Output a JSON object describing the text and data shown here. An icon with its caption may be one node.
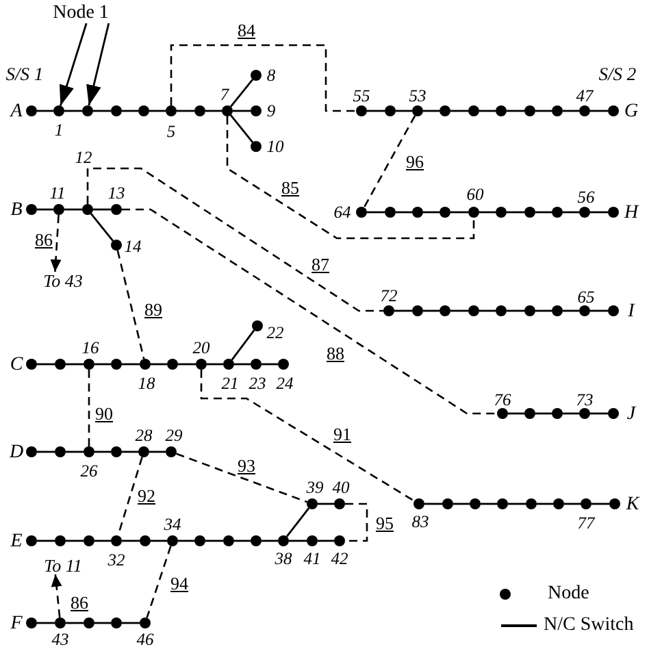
{
  "diagram": {
    "nodes": [
      {
        "text": [
          "Node 1"
        ]
      },
      {
        "text": [],
        "shape": "circle",
        "beside": [
          "A"
        ]
      },
      {
        "text": [],
        "shape": "circle",
        "beside": [
          "1"
        ]
      },
      {
        "text": [],
        "shape": "circle"
      },
      {
        "text": [],
        "shape": "circle"
      },
      {
        "text": [],
        "shape": "circle"
      },
      {
        "text": [],
        "shape": "circle",
        "beside": [
          "5"
        ]
      },
      {
        "text": [],
        "shape": "circle"
      },
      {
        "text": [],
        "shape": "circle",
        "beside": [
          "7"
        ]
      },
      {
        "text": [],
        "shape": "circle",
        "beside": [
          "8"
        ]
      },
      {
        "text": [],
        "shape": "circle",
        "beside": [
          "9"
        ]
      },
      {
        "text": [],
        "shape": "circle",
        "beside": [
          "10"
        ]
      },
      {
        "text": [],
        "shape": "circle",
        "beside": [
          "B"
        ]
      },
      {
        "text": [],
        "shape": "circle",
        "beside": [
          "11"
        ]
      },
      {
        "text": [],
        "shape": "circle",
        "beside": [
          "12"
        ]
      },
      {
        "text": [],
        "shape": "circle",
        "beside": [
          "13"
        ]
      },
      {
        "text": [],
        "shape": "circle",
        "beside": [
          "14"
        ]
      },
      {
        "text": [
          "To 43"
        ]
      },
      {
        "text": [],
        "shape": "circle",
        "beside": [
          "C"
        ]
      },
      {
        "text": [],
        "shape": "circle"
      },
      {
        "text": [],
        "shape": "circle",
        "beside": [
          "16"
        ]
      },
      {
        "text": [],
        "shape": "circle"
      },
      {
        "text": [],
        "shape": "circle",
        "beside": [
          "18"
        ]
      },
      {
        "text": [],
        "shape": "circle"
      },
      {
        "text": [],
        "shape": "circle",
        "beside": [
          "20"
        ]
      },
      {
        "text": [],
        "shape": "circle",
        "beside": [
          "21"
        ]
      },
      {
        "text": [],
        "shape": "circle",
        "beside": [
          "22"
        ]
      },
      {
        "text": [],
        "shape": "circle",
        "beside": [
          "23"
        ]
      },
      {
        "text": [],
        "shape": "circle",
        "beside": [
          "24"
        ]
      },
      {
        "text": [],
        "shape": "circle",
        "beside": [
          "D"
        ]
      },
      {
        "text": [],
        "shape": "circle"
      },
      {
        "text": [],
        "shape": "circle",
        "beside": [
          "26"
        ]
      },
      {
        "text": [],
        "shape": "circle"
      },
      {
        "text": [],
        "shape": "circle",
        "beside": [
          "28"
        ]
      },
      {
        "text": [],
        "shape": "circle",
        "beside": [
          "29"
        ]
      },
      {
        "text": [],
        "shape": "circle",
        "beside": [
          "E"
        ]
      },
      {
        "text": [],
        "shape": "circle"
      },
      {
        "text": [],
        "shape": "circle"
      },
      {
        "text": [],
        "shape": "circle",
        "beside": [
          "32"
        ]
      },
      {
        "text": [],
        "shape": "circle"
      },
      {
        "text": [],
        "shape": "circle",
        "beside": [
          "34"
        ]
      },
      {
        "text": [],
        "shape": "circle"
      },
      {
        "text": [],
        "shape": "circle"
      },
      {
        "text": [],
        "shape": "circle"
      },
      {
        "text": [],
        "shape": "circle",
        "beside": [
          "38"
        ]
      },
      {
        "text": [],
        "shape": "circle",
        "beside": [
          "39"
        ]
      },
      {
        "text": [],
        "shape": "circle",
        "beside": [
          "40"
        ]
      },
      {
        "text": [],
        "shape": "circle",
        "beside": [
          "41"
        ]
      },
      {
        "text": [],
        "shape": "circle",
        "beside": [
          "42"
        ]
      },
      {
        "text": [
          "To 11"
        ]
      },
      {
        "text": [],
        "shape": "circle",
        "beside": [
          "F"
        ]
      },
      {
        "text": [],
        "shape": "circle",
        "beside": [
          "43"
        ]
      },
      {
        "text": [],
        "shape": "circle"
      },
      {
        "text": [],
        "shape": "circle"
      },
      {
        "text": [],
        "shape": "circle",
        "beside": [
          "46"
        ]
      },
      {
        "text": [],
        "shape": "circle",
        "beside": [
          "G"
        ]
      },
      {
        "text": [],
        "shape": "circle",
        "beside": [
          "47"
        ]
      },
      {
        "text": [],
        "shape": "circle"
      },
      {
        "text": [],
        "shape": "circle"
      },
      {
        "text": [],
        "shape": "circle"
      },
      {
        "text": [],
        "shape": "circle"
      },
      {
        "text": [],
        "shape": "circle"
      },
      {
        "text": [],
        "shape": "circle",
        "beside": [
          "53"
        ]
      },
      {
        "text": [],
        "shape": "circle"
      },
      {
        "text": [],
        "shape": "circle",
        "beside": [
          "55"
        ]
      },
      {
        "text": [],
        "shape": "circle",
        "beside": [
          "H"
        ]
      },
      {
        "text": [],
        "shape": "circle",
        "beside": [
          "56"
        ]
      },
      {
        "text": [],
        "shape": "circle"
      },
      {
        "text": [],
        "shape": "circle"
      },
      {
        "text": [],
        "shape": "circle"
      },
      {
        "text": [],
        "shape": "circle",
        "beside": [
          "60"
        ]
      },
      {
        "text": [],
        "shape": "circle"
      },
      {
        "text": [],
        "shape": "circle"
      },
      {
        "text": [],
        "shape": "circle"
      },
      {
        "text": [],
        "shape": "circle",
        "beside": [
          "64"
        ]
      },
      {
        "text": [],
        "shape": "circle",
        "beside": [
          "I"
        ]
      },
      {
        "text": [],
        "shape": "circle",
        "beside": [
          "65"
        ]
      },
      {
        "text": [],
        "shape": "circle"
      },
      {
        "text": [],
        "shape": "circle"
      },
      {
        "text": [],
        "shape": "circle"
      },
      {
        "text": [],
        "shape": "circle"
      },
      {
        "text": [],
        "shape": "circle"
      },
      {
        "text": [],
        "shape": "circle"
      },
      {
        "text": [],
        "shape": "circle",
        "beside": [
          "72"
        ]
      },
      {
        "text": [],
        "shape": "circle",
        "beside": [
          "J"
        ]
      },
      {
        "text": [],
        "shape": "circle",
        "beside": [
          "73"
        ]
      },
      {
        "text": [],
        "shape": "circle"
      },
      {
        "text": [],
        "shape": "circle"
      },
      {
        "text": [],
        "shape": "circle",
        "beside": [
          "76"
        ]
      },
      {
        "text": [],
        "shape": "circle",
        "beside": [
          "K"
        ]
      },
      {
        "text": [],
        "shape": "circle",
        "beside": [
          "77"
        ]
      },
      {
        "text": [],
        "shape": "circle"
      },
      {
        "text": [],
        "shape": "circle"
      },
      {
        "text": [],
        "shape": "circle"
      },
      {
        "text": [],
        "shape": "circle"
      },
      {
        "text": [],
        "shape": "circle"
      },
      {
        "text": [],
        "shape": "circle",
        "beside": [
          "83"
        ]
      }
    ],
    "edges": [
      {
        "from": 0,
        "to": 2,
        "arrow": "to"
      },
      {
        "from": 0,
        "to": 3,
        "arrow": "to"
      },
      {
        "from": 1,
        "to": 2,
        "arrow": "none"
      },
      {
        "from": 2,
        "to": 3,
        "arrow": "none"
      },
      {
        "from": 3,
        "to": 4,
        "arrow": "none"
      },
      {
        "from": 4,
        "to": 5,
        "arrow": "none"
      },
      {
        "from": 5,
        "to": 6,
        "arrow": "none"
      },
      {
        "from": 6,
        "to": 7,
        "arrow": "none"
      },
      {
        "from": 7,
        "to": 8,
        "arrow": "none"
      },
      {
        "from": 8,
        "to": 9,
        "arrow": "none"
      },
      {
        "from": 8,
        "to": 10,
        "arrow": "none"
      },
      {
        "from": 8,
        "to": 11,
        "arrow": "none"
      },
      {
        "from": 12,
        "to": 13,
        "arrow": "none"
      },
      {
        "from": 13,
        "to": 14,
        "arrow": "none"
      },
      {
        "from": 14,
        "to": 15,
        "arrow": "none"
      },
      {
        "from": 14,
        "to": 16,
        "arrow": "none"
      },
      {
        "from": 18,
        "to": 19,
        "arrow": "none"
      },
      {
        "from": 19,
        "to": 20,
        "arrow": "none"
      },
      {
        "from": 20,
        "to": 21,
        "arrow": "none"
      },
      {
        "from": 21,
        "to": 22,
        "arrow": "none"
      },
      {
        "from": 22,
        "to": 23,
        "arrow": "none"
      },
      {
        "from": 23,
        "to": 24,
        "arrow": "none"
      },
      {
        "from": 24,
        "to": 25,
        "arrow": "none"
      },
      {
        "from": 25,
        "to": 26,
        "arrow": "none"
      },
      {
        "from": 25,
        "to": 27,
        "arrow": "none"
      },
      {
        "from": 27,
        "to": 28,
        "arrow": "none"
      },
      {
        "from": 29,
        "to": 30,
        "arrow": "none"
      },
      {
        "from": 30,
        "to": 31,
        "arrow": "none"
      },
      {
        "from": 31,
        "to": 32,
        "arrow": "none"
      },
      {
        "from": 32,
        "to": 33,
        "arrow": "none"
      },
      {
        "from": 33,
        "to": 34,
        "arrow": "none"
      },
      {
        "from": 35,
        "to": 36,
        "arrow": "none"
      },
      {
        "from": 36,
        "to": 37,
        "arrow": "none"
      },
      {
        "from": 37,
        "to": 38,
        "arrow": "none"
      },
      {
        "from": 38,
        "to": 39,
        "arrow": "none"
      },
      {
        "from": 39,
        "to": 40,
        "arrow": "none"
      },
      {
        "from": 40,
        "to": 41,
        "arrow": "none"
      },
      {
        "from": 41,
        "to": 42,
        "arrow": "none"
      },
      {
        "from": 42,
        "to": 43,
        "arrow": "none"
      },
      {
        "from": 43,
        "to": 44,
        "arrow": "none"
      },
      {
        "from": 44,
        "to": 45,
        "arrow": "none"
      },
      {
        "from": 45,
        "to": 46,
        "arrow": "none"
      },
      {
        "from": 44,
        "to": 47,
        "arrow": "none"
      },
      {
        "from": 47,
        "to": 48,
        "arrow": "none"
      },
      {
        "from": 50,
        "to": 51,
        "arrow": "none"
      },
      {
        "from": 51,
        "to": 52,
        "arrow": "none"
      },
      {
        "from": 52,
        "to": 53,
        "arrow": "none"
      },
      {
        "from": 53,
        "to": 54,
        "arrow": "none"
      },
      {
        "from": 55,
        "to": 56,
        "arrow": "none"
      },
      {
        "from": 56,
        "to": 57,
        "arrow": "none"
      },
      {
        "from": 57,
        "to": 58,
        "arrow": "none"
      },
      {
        "from": 58,
        "to": 59,
        "arrow": "none"
      },
      {
        "from": 59,
        "to": 60,
        "arrow": "none"
      },
      {
        "from": 60,
        "to": 61,
        "arrow": "none"
      },
      {
        "from": 61,
        "to": 62,
        "arrow": "none"
      },
      {
        "from": 62,
        "to": 63,
        "arrow": "none"
      },
      {
        "from": 63,
        "to": 64,
        "arrow": "none"
      },
      {
        "from": 65,
        "to": 66,
        "arrow": "none"
      },
      {
        "from": 66,
        "to": 67,
        "arrow": "none"
      },
      {
        "from": 67,
        "to": 68,
        "arrow": "none"
      },
      {
        "from": 68,
        "to": 69,
        "arrow": "none"
      },
      {
        "from": 69,
        "to": 70,
        "arrow": "none"
      },
      {
        "from": 70,
        "to": 71,
        "arrow": "none"
      },
      {
        "from": 71,
        "to": 72,
        "arrow": "none"
      },
      {
        "from": 72,
        "to": 73,
        "arrow": "none"
      },
      {
        "from": 73,
        "to": 74,
        "arrow": "none"
      },
      {
        "from": 75,
        "to": 76,
        "arrow": "none"
      },
      {
        "from": 76,
        "to": 77,
        "arrow": "none"
      },
      {
        "from": 77,
        "to": 78,
        "arrow": "none"
      },
      {
        "from": 78,
        "to": 79,
        "arrow": "none"
      },
      {
        "from": 79,
        "to": 80,
        "arrow": "none"
      },
      {
        "from": 80,
        "to": 81,
        "arrow": "none"
      },
      {
        "from": 81,
        "to": 82,
        "arrow": "none"
      },
      {
        "from": 82,
        "to": 83,
        "arrow": "none"
      },
      {
        "from": 84,
        "to": 85,
        "arrow": "none"
      },
      {
        "from": 85,
        "to": 86,
        "arrow": "none"
      },
      {
        "from": 86,
        "to": 87,
        "arrow": "none"
      },
      {
        "from": 87,
        "to": 88,
        "arrow": "none"
      },
      {
        "from": 89,
        "to": 90,
        "arrow": "none"
      },
      {
        "from": 90,
        "to": 91,
        "arrow": "none"
      },
      {
        "from": 91,
        "to": 92,
        "arrow": "none"
      },
      {
        "from": 92,
        "to": 93,
        "arrow": "none"
      },
      {
        "from": 93,
        "to": 94,
        "arrow": "none"
      },
      {
        "from": 94,
        "to": 95,
        "arrow": "none"
      },
      {
        "from": 95,
        "to": 96,
        "arrow": "none"
      },
      {
        "from": 6,
        "to": 64,
        "arrow": "none",
        "style": "dashed",
        "label": "84"
      },
      {
        "from": 8,
        "to": 70,
        "arrow": "none",
        "style": "dashed",
        "label": "85"
      },
      {
        "from": 13,
        "to": 17,
        "arrow": "to",
        "style": "dashed",
        "label": "86"
      },
      {
        "from": 51,
        "to": 49,
        "arrow": "to",
        "style": "dashed",
        "label": "86"
      },
      {
        "from": 14,
        "to": 83,
        "arrow": "none",
        "style": "dashed",
        "label": "87"
      },
      {
        "from": 15,
        "to": 88,
        "arrow": "none",
        "style": "dashed",
        "label": "88"
      },
      {
        "from": 16,
        "to": 22,
        "arrow": "none",
        "style": "dashed",
        "label": "89"
      },
      {
        "from": 20,
        "to": 31,
        "arrow": "none",
        "style": "dashed",
        "label": "90"
      },
      {
        "from": 24,
        "to": 96,
        "arrow": "none",
        "style": "dashed",
        "label": "91"
      },
      {
        "from": 33,
        "to": 38,
        "arrow": "none",
        "style": "dashed",
        "label": "92"
      },
      {
        "from": 34,
        "to": 45,
        "arrow": "none",
        "style": "dashed",
        "label": "93"
      },
      {
        "from": 40,
        "to": 54,
        "arrow": "none",
        "style": "dashed",
        "label": "94"
      },
      {
        "from": 46,
        "to": 48,
        "arrow": "none",
        "style": "dashed",
        "label": "95"
      },
      {
        "from": 62,
        "to": 74,
        "arrow": "none",
        "style": "dashed",
        "label": "96"
      }
    ],
    "labels": [
      "S/S 1",
      "S/S 2"
    ],
    "legend": [
      {
        "text": "Node"
      },
      {
        "text": "N/C Switch"
      }
    ]
  }
}
